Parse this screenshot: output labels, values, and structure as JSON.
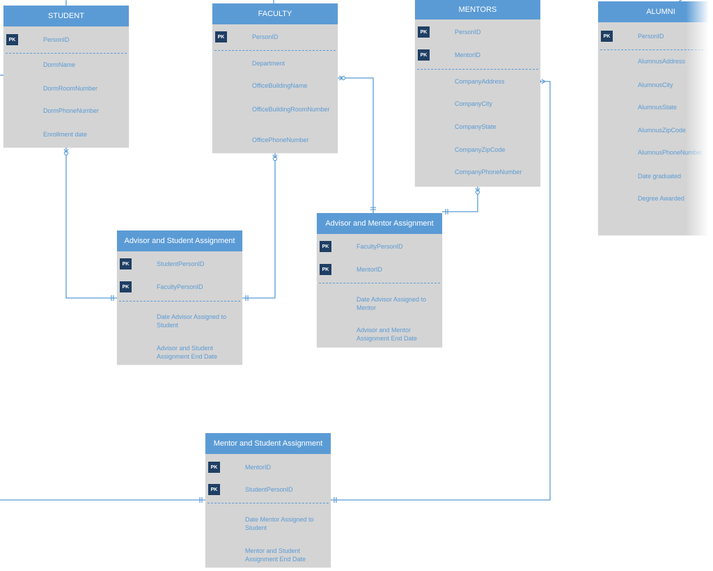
{
  "colors": {
    "header": "#5b9bd5",
    "header_text": "#ffffff",
    "body": "#d4d4d4",
    "field_text": "#5b9bd5",
    "pk_badge": "#1f3f64",
    "line": "#5b9bd5"
  },
  "pk_label": "PK",
  "entities": {
    "student": {
      "title": "STUDENT",
      "pk_fields": [
        "PersonID"
      ],
      "fields": [
        "DormName",
        "DormRoomNumber",
        "DormPhoneNumber",
        "Enrollment date"
      ]
    },
    "faculty": {
      "title": "FACULTY",
      "pk_fields": [
        "PersonID"
      ],
      "fields": [
        "Department",
        "OfficeBuildingName",
        "OfficeBuildingRoomNumber",
        "OfficePhoneNumber"
      ]
    },
    "mentors": {
      "title": "MENTORS",
      "pk_fields": [
        "PersonID",
        "MentorID"
      ],
      "fields": [
        "CompanyAddress",
        "CompanyCity",
        "CompanyState",
        "CompanyZipCode",
        "CompanyPhoneNumber"
      ]
    },
    "alumni": {
      "title": "ALUMNI",
      "pk_fields": [
        "PersonID"
      ],
      "fields": [
        "AlumnusAddress",
        "AlumnusCity",
        "AlumnusState",
        "AlumnusZipCode",
        "AlumnusPhoneNumber",
        "Date graduated",
        "Degree Awarded"
      ]
    },
    "advisor_student": {
      "title": "Advisor and Student Assignment",
      "pk_fields": [
        "StudentPersonID",
        "FacultyPersonID"
      ],
      "fields": [
        "Date Advisor Assigned to Student",
        "Advisor and Student Assignment End Date"
      ]
    },
    "advisor_mentor": {
      "title": "Advisor and Mentor Assignment",
      "pk_fields": [
        "FacultyPersonID",
        "MentorID"
      ],
      "fields": [
        "Date Advisor Assigned to Mentor",
        "Advisor and Mentor Assignment End Date"
      ]
    },
    "mentor_student": {
      "title": "Mentor and Student Assignment",
      "pk_fields": [
        "MentorID",
        "StudentPersonID"
      ],
      "fields": [
        "Date Mentor Assigned to Student",
        "Mentor and Student Assignment End Date"
      ]
    }
  }
}
